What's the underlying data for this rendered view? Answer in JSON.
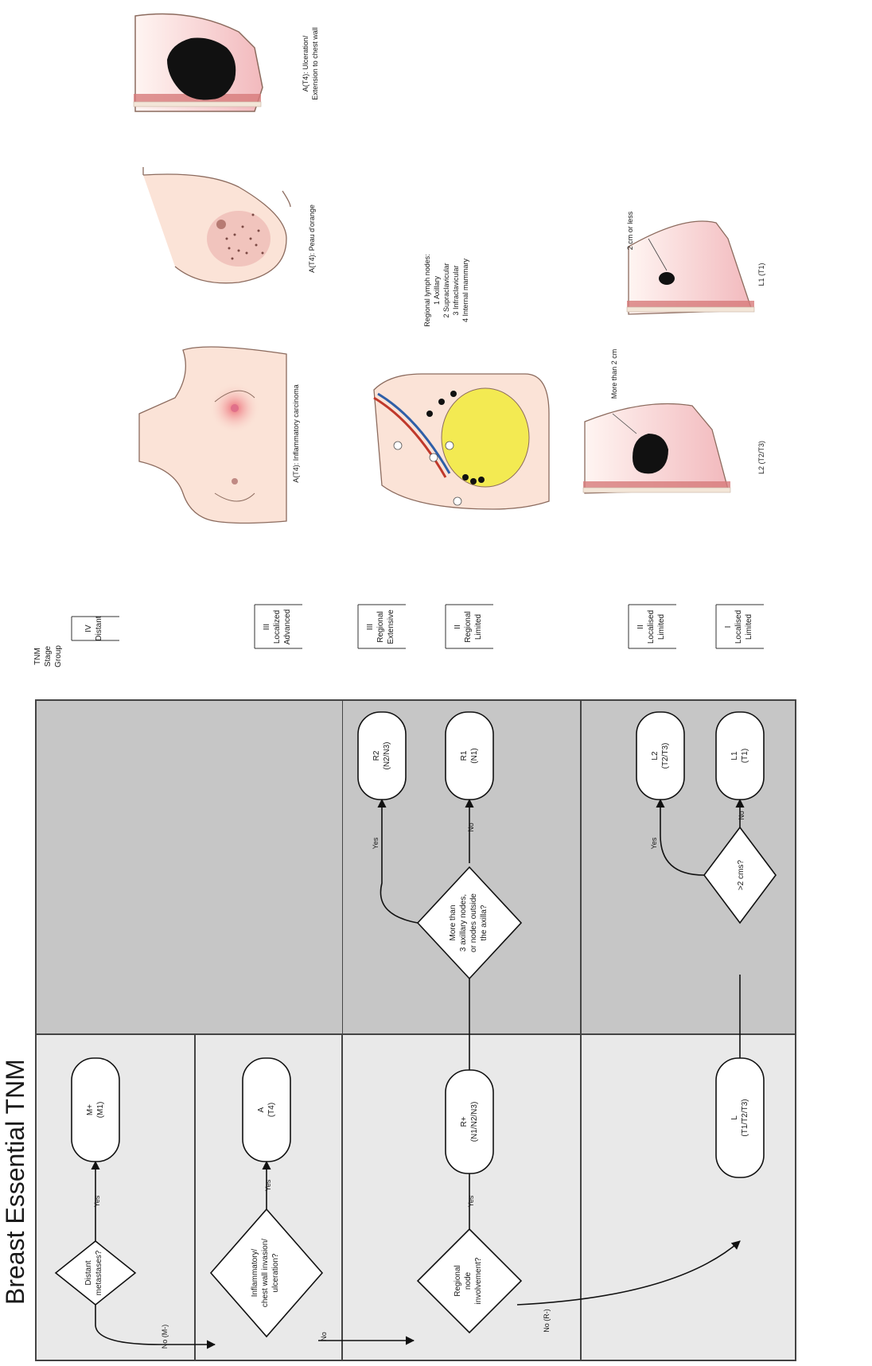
{
  "title": "Breast Essential TNM",
  "stage_group_header": [
    "TNM",
    "Stage",
    "Group"
  ],
  "colors": {
    "band_light": "#e9e9e9",
    "band_dark": "#c6c6c6",
    "border": "#4a4a4a",
    "skin": "#fbe3d7",
    "skin_outline": "#8c6b5e",
    "tumor": "#111111",
    "fat": "#f3ea52",
    "muscle": "#d77a7a",
    "artery": "#c0392b",
    "vein": "#2f5fa8",
    "redness": "#f2a3a6"
  },
  "nodes": {
    "distant_q": [
      "Distant",
      "metastases?"
    ],
    "m_plus": [
      "M+",
      "(M1)"
    ],
    "inflam_q": [
      "Inflammatory/",
      "chest wall invasion/",
      "ulceration?"
    ],
    "a": [
      "A",
      "(T4)"
    ],
    "regional_q": [
      "Regional",
      "node",
      "involvement?"
    ],
    "r_plus": [
      "R+",
      "(N1/N2/N3)"
    ],
    "axilla_q": [
      "More than",
      "3 axillary nodes,",
      "or nodes outside",
      "the axilla?"
    ],
    "r2": [
      "R2",
      "(N2/N3)"
    ],
    "r1": [
      "R1",
      "(N1)"
    ],
    "l": [
      "L",
      "(T1/T2/T3)"
    ],
    "size_q": [
      ">2 cms?"
    ],
    "l2": [
      "L2",
      "(T2/T3)"
    ],
    "l1": [
      "L1",
      "(T1)"
    ]
  },
  "edge_labels": {
    "yes": "Yes",
    "no": "No",
    "no_m": "No (M-)",
    "no_r": "No (R-)"
  },
  "stage_groups": [
    [
      "IV",
      "Distant"
    ],
    [
      "III",
      "Localized",
      "Advanced"
    ],
    [
      "III",
      "Regional",
      "Extensive"
    ],
    [
      "II",
      "Regional",
      "Limited"
    ],
    [
      "II",
      "Localised",
      "Limited"
    ],
    [
      "I",
      "Localised",
      "Limited"
    ]
  ],
  "captions": {
    "ulceration": [
      "A(T4): Ulceration/",
      "Extension to chest wall"
    ],
    "peau": "A(T4): Peau d'orange",
    "inflammatory": "A(T4): Inflammatory carcinoma",
    "lymph": [
      "Regional lymph nodes:",
      "1 Axillary",
      "2 Supraclavicular",
      "3 Infraclavicular",
      "4 Internal mammary"
    ],
    "two_or_less": "2 cm or less",
    "l1": "L1 (T1)",
    "more_than_2": "More than 2 cm",
    "l2": "L2 (T2/T3)"
  }
}
